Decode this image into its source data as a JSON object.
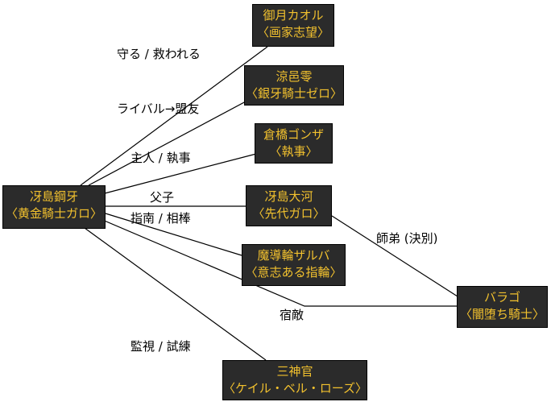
{
  "colors": {
    "node_fill": "#2b2b2b",
    "node_text": "#f2c12e",
    "edge": "#000000",
    "background": "#ffffff"
  },
  "nodes": {
    "kouga": {
      "name": "冴島鋼牙",
      "role": "〈黄金騎士ガロ〉"
    },
    "kaoru": {
      "name": "御月カオル",
      "role": "〈画家志望〉"
    },
    "rei": {
      "name": "涼邑零",
      "role": "〈銀牙騎士ゼロ〉"
    },
    "gonza": {
      "name": "倉橋ゴンザ",
      "role": "〈執事〉"
    },
    "taiga": {
      "name": "冴島大河",
      "role": "〈先代ガロ〉"
    },
    "zaruba": {
      "name": "魔導輪ザルバ",
      "role": "〈意志ある指輪〉"
    },
    "barago": {
      "name": "バラゴ",
      "role": "〈闇堕ち騎士〉"
    },
    "sanshinkan": {
      "name": "三神官",
      "role": "〈ケイル・ベル・ローズ〉"
    }
  },
  "edges": {
    "kouga_kaoru": "守る / 救われる",
    "kouga_rei": "ライバル→盟友",
    "kouga_gonza": "主人 / 執事",
    "kouga_taiga": "父子",
    "kouga_zaruba": "指南 / 相棒",
    "kouga_barago": "宿敵",
    "taiga_barago": "師弟 (決別)",
    "kouga_sanshinkan": "監視 / 試練"
  }
}
